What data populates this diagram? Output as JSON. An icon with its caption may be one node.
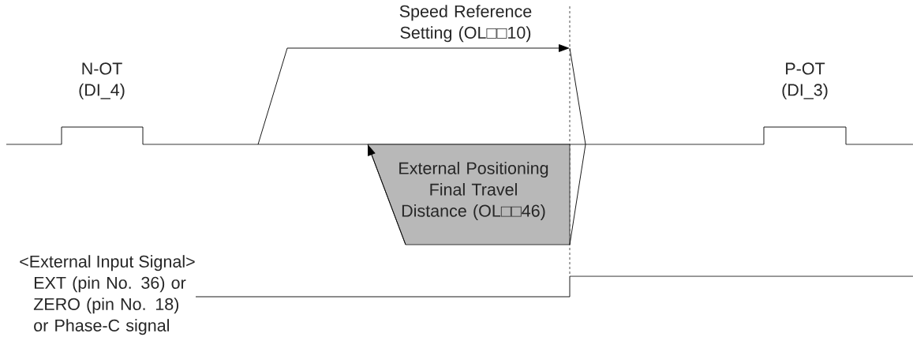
{
  "diagram": {
    "nodes": [
      {
        "text": [
          "External Positioning Final Travel Distance (OL□□46)"
        ]
      }
    ],
    "labels": [
      "Speed Reference Setting (OL□□10)",
      "N-OT (DI_4)",
      "P-OT (DI_3)",
      "<External Input Signal>",
      "EXT (pin No. 36) or ZERO (pin No. 18) or Phase-C signal"
    ]
  }
}
